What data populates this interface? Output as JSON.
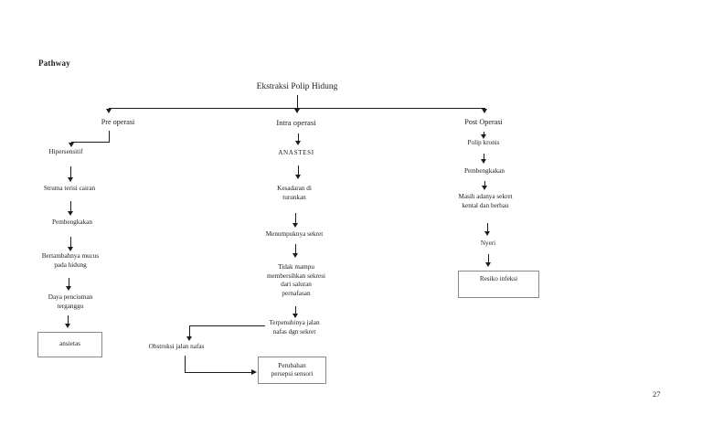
{
  "page": {
    "heading": "Pathway",
    "title": "Ekstraksi Polip Hidung",
    "page_number": "27"
  },
  "branches": {
    "pre": {
      "label": "Pre operasi"
    },
    "intra": {
      "label": "Intra operasi"
    },
    "post": {
      "label": "Post Operasi"
    }
  },
  "pre_column": {
    "hipersensitif": "Hipersensitif",
    "struma": "Struma terisi cairan",
    "pembengkakan": "Pembengkakan",
    "mucus": "Bertambahnya mucus\npada hidung",
    "penciuman": "Daya penciuman\nterganggu",
    "ansietas": "ansietas"
  },
  "intra_column": {
    "anastesi": "ANASTESI",
    "kesadaran": "Kesadaran di\nturunkan",
    "sekret": "Menumpuknya sekret",
    "tidak_mampu": "Tidak mampu\nmembersihkan sekresi\ndari saluran\npernafasan",
    "terpenuhi": "Terpenuhinya jalan\nnafas dgn sekret",
    "obstruksi": "Obstruksi jalan nafas",
    "perubahan": "Perubahan\npersepsi sensori"
  },
  "post_column": {
    "polip_kronis": "Polip kronis",
    "pembengkakan": "Pembengkakan",
    "sekret_kental": "Masih adanya sekret\nkental dan berbau",
    "nyeri": "Nyeri",
    "resiko_infeksi": "Resiko infeksi"
  },
  "colors": {
    "background": "#ffffff",
    "text": "#1c1c1c",
    "line": "#1c1c1c",
    "box_border": "#8a8a8a"
  }
}
